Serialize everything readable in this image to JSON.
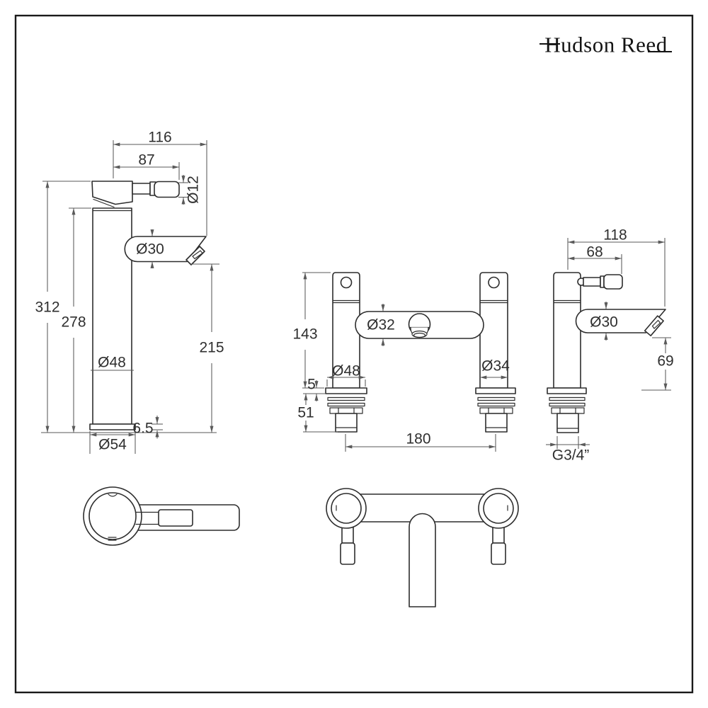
{
  "brand": {
    "logo_text": "Hudson Reed"
  },
  "drawings": {
    "tall_mixer": {
      "labels": {
        "total_width": "116",
        "handle_reach": "87",
        "handle_dia": "Ø12",
        "spout_dia": "Ø30",
        "total_height": "312",
        "body_height": "278",
        "spout_height": "215",
        "body_dia": "Ø48",
        "base_height": "6.5",
        "base_dia": "Ø54"
      }
    },
    "bath_filler": {
      "labels": {
        "body_height": "143",
        "spout_body_dia": "Ø32",
        "base_dia": "Ø48",
        "pillar_dia": "Ø34",
        "deck_thickness": "5",
        "thread_length": "51",
        "tap_centres": "180"
      }
    },
    "pillar_tap": {
      "labels": {
        "total_width": "118",
        "handle_reach": "68",
        "spout_dia": "Ø30",
        "spout_height": "69",
        "thread_size": "G3/4”"
      }
    }
  }
}
